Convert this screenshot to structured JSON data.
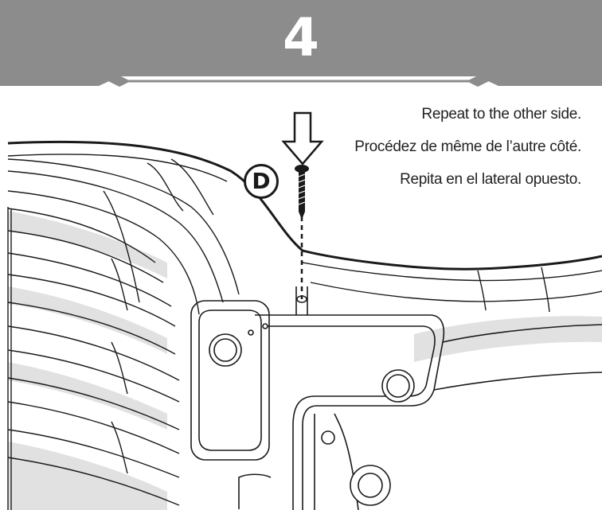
{
  "step": {
    "number": "4"
  },
  "instructions": {
    "english": "Repeat to the other side.",
    "french": "Procédez de même de l’autre côté.",
    "spanish": "Repita en el lateral opuesto."
  },
  "part": {
    "label": "D"
  },
  "colors": {
    "header_background": "#8c8c8c",
    "header_text": "#ffffff",
    "line_art": "#1a1a1a"
  }
}
